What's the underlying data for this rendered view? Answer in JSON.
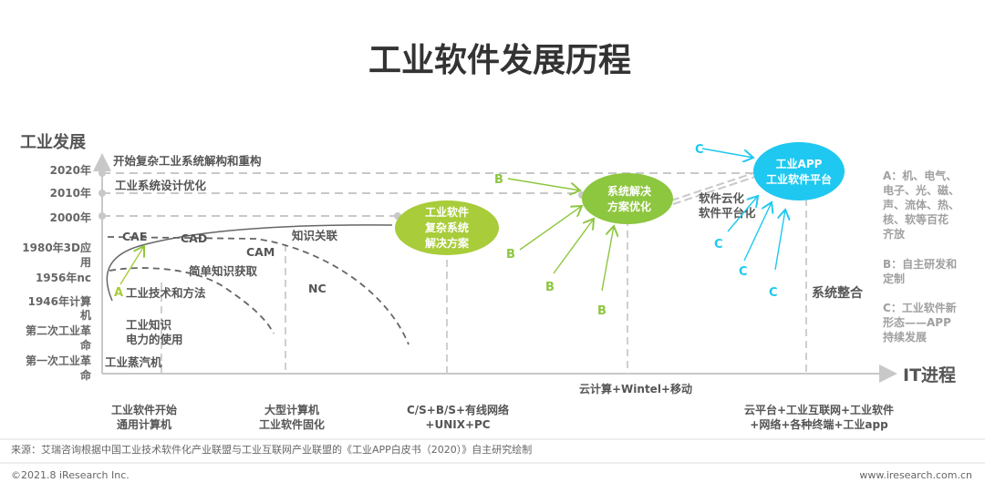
{
  "title": "工业软件发展历程",
  "y_axis": {
    "label": "工业发展",
    "ticks": [
      "2020年",
      "2010年",
      "2000年",
      "1980年3D应",
      "用",
      "1956年nc",
      "1946年计算",
      "机",
      "第二次工业革",
      "命",
      "第一次工业革",
      "命"
    ]
  },
  "x_axis": {
    "label": "IT进程"
  },
  "annotations": {
    "top1": "开始复杂工业系统解构和重构",
    "top2": "工业系统设计优化",
    "cae": "CAE",
    "cad": "CAD",
    "cam": "CAM",
    "knowledge_link": "知识关联",
    "simple_knowledge": "简单知识获取",
    "a_marker": "A",
    "tech_methods": "工业技术和方法",
    "nc": "NC",
    "industrial_knowledge": "工业知识",
    "electricity": "电力的使用",
    "steam": "工业蒸汽机",
    "cloud": "软件云化",
    "platform": "软件平台化",
    "integration": "系统整合",
    "b": "B",
    "c": "C"
  },
  "nodes": {
    "n1": [
      "工业软件",
      "复杂系统",
      "解决方案"
    ],
    "n2": [
      "系统解决",
      "方案优化"
    ],
    "n3": [
      "工业APP",
      "工业软件平台"
    ]
  },
  "bottom_labels": {
    "s1": [
      "工业软件开始",
      "通用计算机"
    ],
    "s2": [
      "大型计算机",
      "工业软件固化"
    ],
    "s3": [
      "C/S+B/S+有线网络",
      "+UNIX+PC"
    ],
    "s4": [
      "云计算+Wintel+移动"
    ],
    "s5": [
      "云平台+工业互联网+工业软件",
      "+网络+各种终端+工业app"
    ]
  },
  "legend": {
    "a": [
      "A：机、电气、",
      "电子、光、磁、",
      "声、流体、热、",
      "核、软等百花",
      "齐放"
    ],
    "b": [
      "B：自主研发和",
      "定制"
    ],
    "c": [
      "C：工业软件新",
      "形态——APP",
      "持续发展"
    ]
  },
  "source": "来源：艾瑞咨询根据中国工业技术软件化产业联盟与工业互联网产业联盟的《工业APP白皮书（2020）》自主研究绘制",
  "footer": {
    "copyright": "©2021.8 iResearch Inc.",
    "website": "www.iresearch.com.cn"
  },
  "colors": {
    "green_light": "#a8cc3a",
    "green": "#8dc63f",
    "cyan": "#1ec8f0",
    "text": "#333333"
  }
}
